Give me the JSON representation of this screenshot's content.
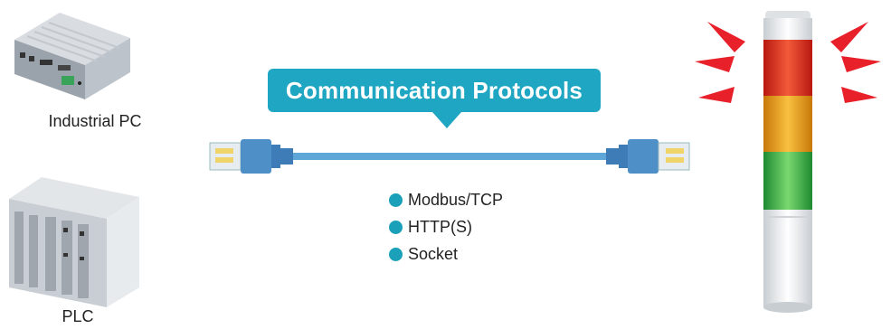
{
  "devices": {
    "industrial_pc_label": "Industrial PC",
    "plc_label": "PLC"
  },
  "callout": {
    "title": "Communication Protocols"
  },
  "protocols": [
    "Modbus/TCP",
    "HTTP(S)",
    "Socket"
  ],
  "colors": {
    "accent": "#1fa6c2",
    "bullet": "#1aa0b8",
    "cable": "#5fa6d8",
    "light_red": "#e0312a",
    "light_amber": "#f0a020",
    "light_green": "#3cb44a",
    "flash": "#e8202a"
  }
}
